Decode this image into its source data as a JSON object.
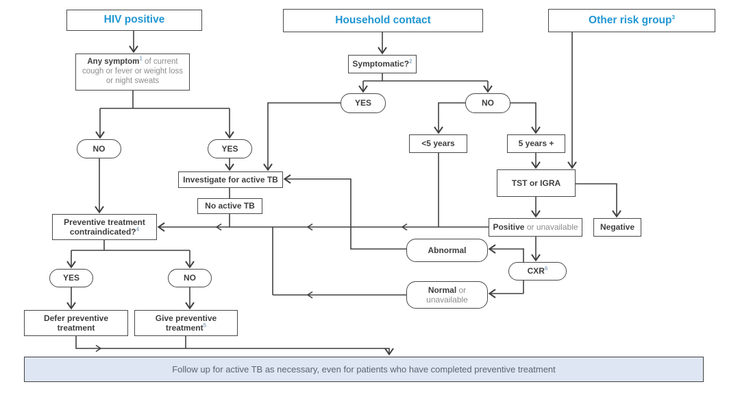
{
  "colors": {
    "accent_blue": "#2196d3",
    "line_color": "#3f3f3f",
    "box_border": "#474747",
    "text_dark": "#3d3d3d",
    "text_gray": "#8c8c8c",
    "footer_fill": "#dfe6f3"
  },
  "headers": {
    "hiv": "HIV positive",
    "household": "Household contact",
    "other": "Other risk group",
    "other_sup": "3"
  },
  "nodes": {
    "symptom": {
      "bold": "Any symptom",
      "sup": "1",
      "rest": " of current cough or fever or weight loss or night sweats"
    },
    "symptomatic": {
      "label": "Symptomatic?",
      "sup": "2"
    },
    "yes_hh": "YES",
    "no_hh": "NO",
    "lt5": "<5 years",
    "ge5": "5 years +",
    "tst": "TST or IGRA",
    "positive": {
      "bold": "Positive",
      "gray": " or unavailable"
    },
    "negative": "Negative",
    "cxr": {
      "bold": "CXR",
      "sup": "6"
    },
    "abnormal": "Abnormal",
    "normal": {
      "bold": "Normal",
      "gray": " or",
      "line2": "unavailable"
    },
    "no_hiv": "NO",
    "yes_hiv": "YES",
    "investigate": "Investigate for active TB",
    "noactive": "No active TB",
    "prevent": {
      "line1": "Preventive treatment",
      "line2": "contraindicated?",
      "sup": "4"
    },
    "yes2": "YES",
    "no2": "NO",
    "defer": {
      "line1": "Defer preventive",
      "line2": "treatment"
    },
    "give": {
      "line1": "Give preventive",
      "line2": "treatment",
      "sup": "5"
    }
  },
  "footer": {
    "text": "Follow up for active TB as necessary, even for patients who have completed preventive treatment"
  }
}
